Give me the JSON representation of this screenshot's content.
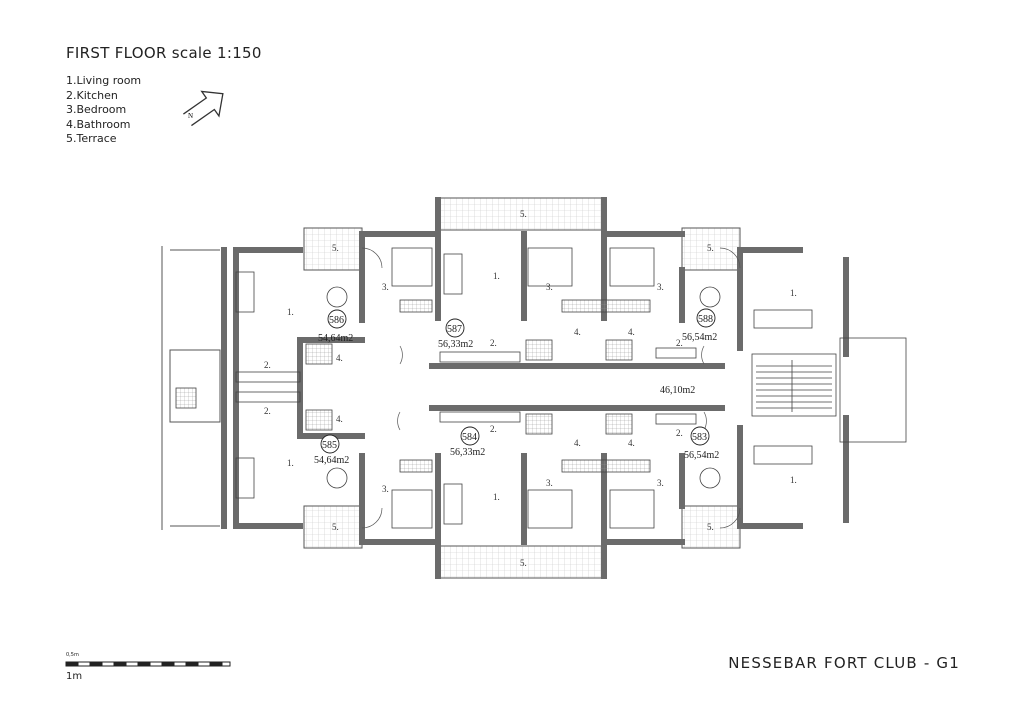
{
  "header": {
    "title": "FIRST FLOOR scale 1:150"
  },
  "legend": {
    "items": [
      "1.Living room",
      "2.Kitchen",
      "3.Bedroom",
      "4.Bathroom",
      "5.Terrace"
    ]
  },
  "north_arrow": {
    "icon": "north-arrow-icon",
    "label": "N"
  },
  "apartments": {
    "a586": {
      "number": "586",
      "area": "54,64m2"
    },
    "a587": {
      "number": "587",
      "area": "56,33m2"
    },
    "a588": {
      "number": "588",
      "area": "56,54m2"
    },
    "a585": {
      "number": "585",
      "area": "54,64m2"
    },
    "a584": {
      "number": "584",
      "area": "56,33m2"
    },
    "a583": {
      "number": "583",
      "area": "56,54m2"
    },
    "corridor": {
      "area": "46,10m2"
    }
  },
  "room_labels": {
    "living": "1.",
    "kitchen": "2.",
    "bedroom": "3.",
    "bathroom": "4.",
    "terrace": "5."
  },
  "scale_bar": {
    "top_label": "0,5m",
    "bottom_label": "1m"
  },
  "footer": {
    "project": "NESSEBAR FORT CLUB - G1"
  },
  "colors": {
    "wall": "#6b6b6b",
    "line": "#333333",
    "hatch": "#bbbbbb"
  }
}
